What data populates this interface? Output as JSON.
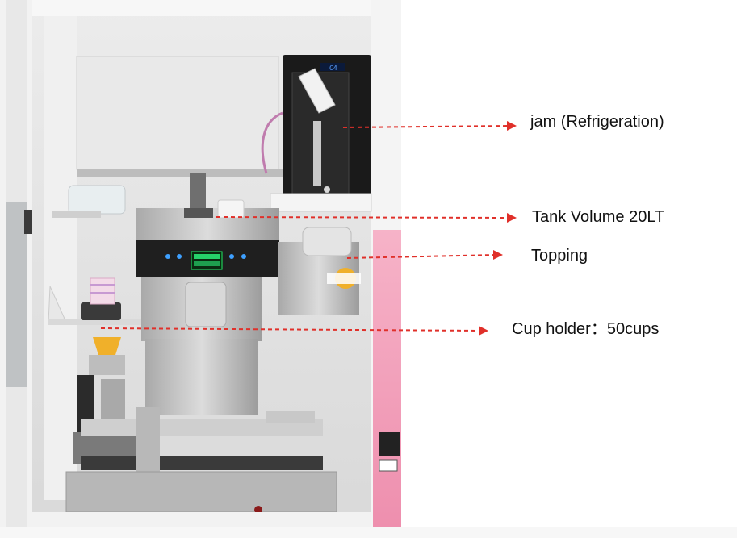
{
  "annotations": [
    {
      "id": "jam",
      "text": "jam (Refrigeration)"
    },
    {
      "id": "tank",
      "text": "Tank Volume 20LT"
    },
    {
      "id": "topping",
      "text": "Topping"
    },
    {
      "id": "cup-holder",
      "text": "Cup holder：50cups"
    }
  ],
  "colors": {
    "arrow": "#e0302a",
    "label_text": "#111111",
    "cabinet_frame": "#f4f4f4",
    "machine_steel": "#c9c9c9",
    "pink_panel": "#f29bb8"
  },
  "machine_display": {
    "fridge_readout": "C4"
  }
}
